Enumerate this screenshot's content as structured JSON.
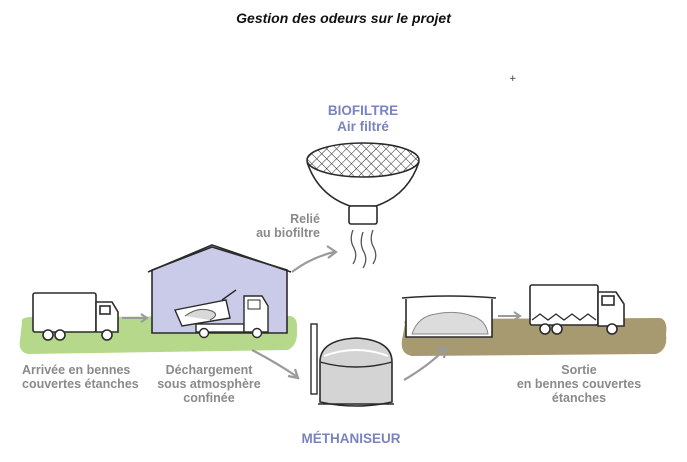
{
  "title": "Gestion des odeurs sur le projet",
  "small_mark": "+",
  "labels": {
    "biofiltre": "BIOFILTRE",
    "air_filtre": "Air filtré",
    "relie_1": "Relié",
    "relie_2": "au biofiltre",
    "arrivee_1": "Arrivée en bennes",
    "arrivee_2": "couvertes étanches",
    "dechargement_1": "Déchargement",
    "dechargement_2": "sous atmosphère",
    "dechargement_3": "confinée",
    "methaniseur": "MÉTHANISEUR",
    "sortie_1": "Sortie",
    "sortie_2": "en bennes couvertes",
    "sortie_3": "étanches"
  },
  "colors": {
    "green_ground": "#b5d88a",
    "brown_ground": "#a89a70",
    "building_fill": "#c9cbe8",
    "arrow_grey": "#9a9a9a",
    "label_grey": "#8a8a8a",
    "label_blue": "#7a83bf",
    "ink": "#2b2b2b"
  },
  "icons": [
    "truck-icon",
    "building-icon",
    "biofilter-funnel-icon",
    "digester-tank-icon",
    "storage-bin-icon",
    "arrow-icon"
  ]
}
